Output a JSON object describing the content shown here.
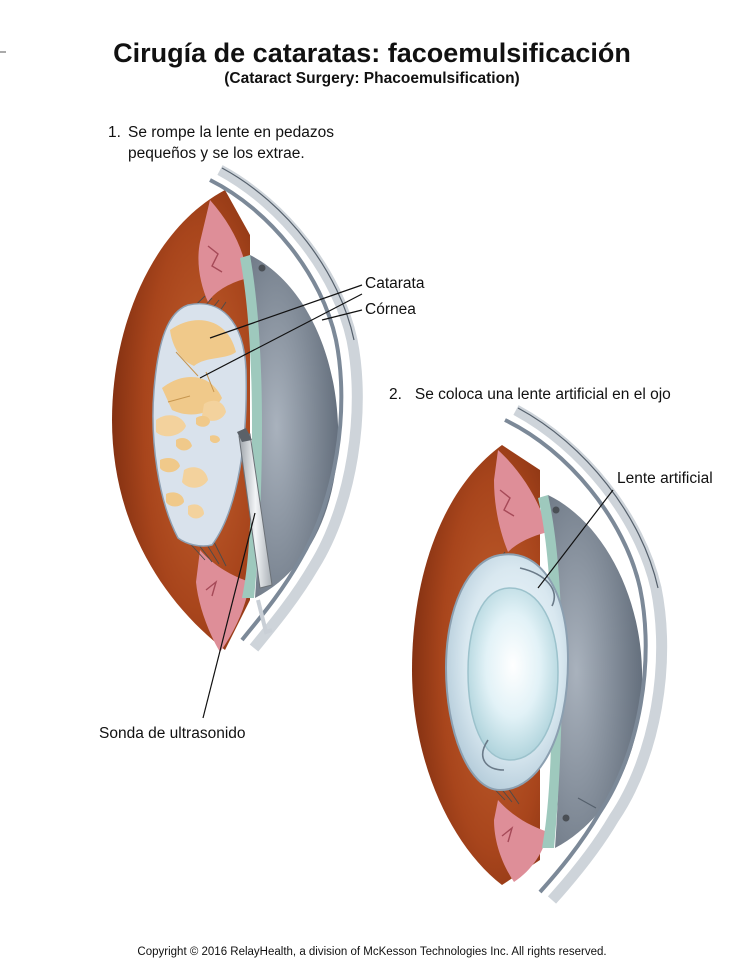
{
  "title": "Cirugía de cataratas: facoemulsificación",
  "subtitle": "(Cataract Surgery: Phacoemulsification)",
  "steps": [
    {
      "number": "1.",
      "lines": [
        "Se rompe la lente en pedazos",
        "pequeños y se los extrae."
      ]
    },
    {
      "number": "2.",
      "text": "Se coloca una lente artificial en el ojo"
    }
  ],
  "labels": {
    "cataract": "Catarata",
    "cornea": "Córnea",
    "ultrasound_probe": "Sonda de ultrasonido",
    "artificial_lens": "Lente artificial"
  },
  "copyright": "Copyright © 2016 RelayHealth, a division of McKesson Technologies Inc. All rights reserved.",
  "colors": {
    "eye_interior": "#a8451c",
    "iris_tissue": "#de8e98",
    "cornea_rim": "#7c8998",
    "aqueous": "#9ec9bd",
    "cataract": "#f0c98a",
    "lens": "#dde6ee"
  }
}
